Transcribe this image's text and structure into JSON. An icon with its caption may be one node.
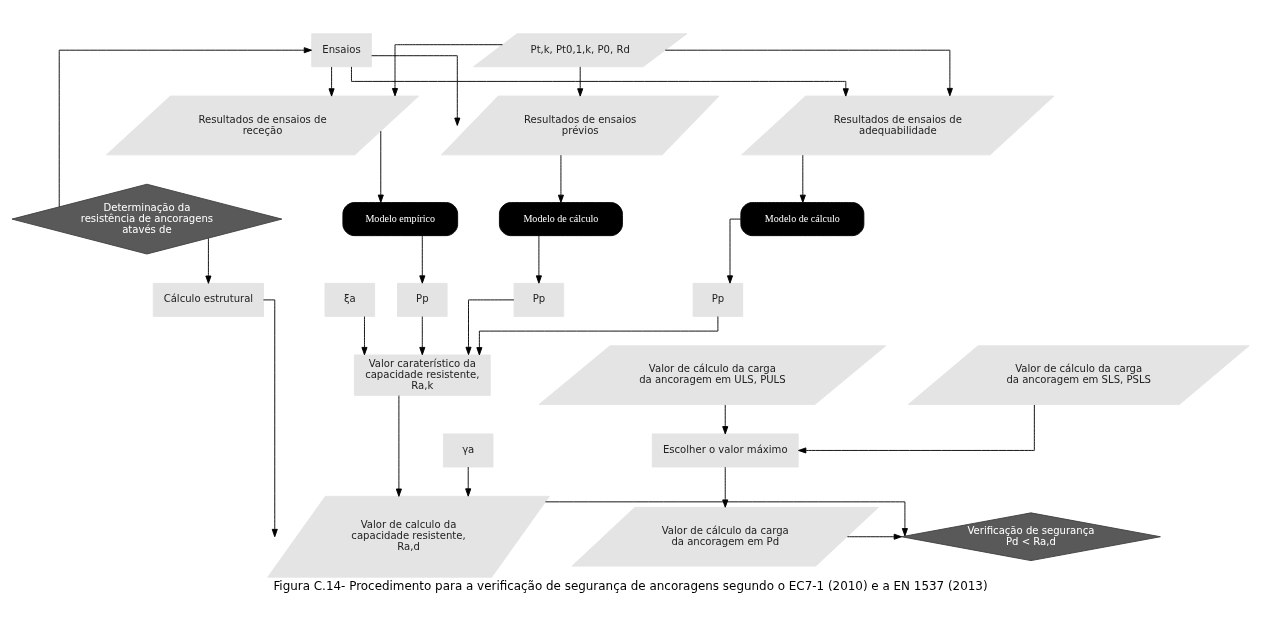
{
  "diagram": {
    "caption": "Figura C.14- Procedimento para a verificação de segurança de ancoragens segundo o EC7-1 (2010) e a EN 1537 (2013)",
    "nodes": [
      {
        "text": [
          "Ensaios"
        ]
      },
      {
        "text": [
          "Determinação da resistência de ancoragens atavés de"
        ]
      },
      {
        "text": [
          "Cálculo estrutural"
        ]
      },
      {
        "text": [
          "Pt,k, Pt0,1,k, P0, Rd"
        ]
      },
      {
        "text": [
          "Resultados de ensaios prévios"
        ]
      },
      {
        "text": [
          "Resultados de ensaios de adequabilidade"
        ]
      },
      {
        "text": [
          "Resultados de ensaios de receção"
        ]
      },
      {
        "text": [
          "Modelo de cálculo"
        ]
      },
      {
        "text": [
          "Modelo de cálculo"
        ]
      },
      {
        "text": [
          "Modelo empírico"
        ]
      },
      {
        "text": [
          "Pp"
        ]
      },
      {
        "text": [
          "Pp"
        ]
      },
      {
        "text": [
          "ξa"
        ]
      },
      {
        "text": [
          "Pp"
        ]
      },
      {
        "text": [
          "Valor caraterístico da capacidade resistente, Ra,k"
        ]
      },
      {
        "text": [
          "γa"
        ]
      },
      {
        "text": [
          "Valor de cálculo da carga da ancoragem em ULS, PULS"
        ]
      },
      {
        "text": [
          "Valor de cálculo da carga da ancoragem em SLS, PSLS"
        ]
      },
      {
        "text": [
          "Escolher o valor máximo"
        ]
      },
      {
        "text": [
          "Valor de cálculo da carga da ancoragem em Pd"
        ]
      },
      {
        "text": [
          "Verificação de segurança",
          "Pd < Ra,d"
        ]
      },
      {
        "text": [
          "Valor de calculo da capacidade resistente, Ra,d"
        ]
      }
    ],
    "edges": [
      {
        "from": 1,
        "to": 0,
        "arrow": "to"
      },
      {
        "from": 1,
        "to": 2,
        "arrow": "to"
      },
      {
        "from": 0,
        "to": 4,
        "arrow": "to"
      },
      {
        "from": 0,
        "to": 5,
        "arrow": "to"
      },
      {
        "from": 0,
        "to": 6,
        "arrow": "to"
      },
      {
        "from": 3,
        "to": 4,
        "arrow": "to"
      },
      {
        "from": 3,
        "to": 5,
        "arrow": "to"
      },
      {
        "from": 3,
        "to": 6,
        "arrow": "to"
      },
      {
        "from": 4,
        "to": 7,
        "arrow": "to"
      },
      {
        "from": 5,
        "to": 8,
        "arrow": "to"
      },
      {
        "from": 6,
        "to": 9,
        "arrow": "to"
      },
      {
        "from": 7,
        "to": 10,
        "arrow": "to"
      },
      {
        "from": 8,
        "to": 11,
        "arrow": "to"
      },
      {
        "from": 9,
        "to": 13,
        "arrow": "to"
      },
      {
        "from": 10,
        "to": 14,
        "arrow": "to"
      },
      {
        "from": 11,
        "to": 14,
        "arrow": "to"
      },
      {
        "from": 12,
        "to": 14,
        "arrow": "to"
      },
      {
        "from": 13,
        "to": 14,
        "arrow": "to"
      },
      {
        "from": 14,
        "to": 21,
        "arrow": "to"
      },
      {
        "from": 15,
        "to": 21,
        "arrow": "to"
      },
      {
        "from": 2,
        "to": 21,
        "arrow": "to"
      },
      {
        "from": 16,
        "to": 18,
        "arrow": "to"
      },
      {
        "from": 17,
        "to": 18,
        "arrow": "to"
      },
      {
        "from": 18,
        "to": 19,
        "arrow": "to"
      },
      {
        "from": 19,
        "to": 20,
        "arrow": "to"
      },
      {
        "from": 21,
        "to": 20,
        "arrow": "to"
      }
    ]
  }
}
